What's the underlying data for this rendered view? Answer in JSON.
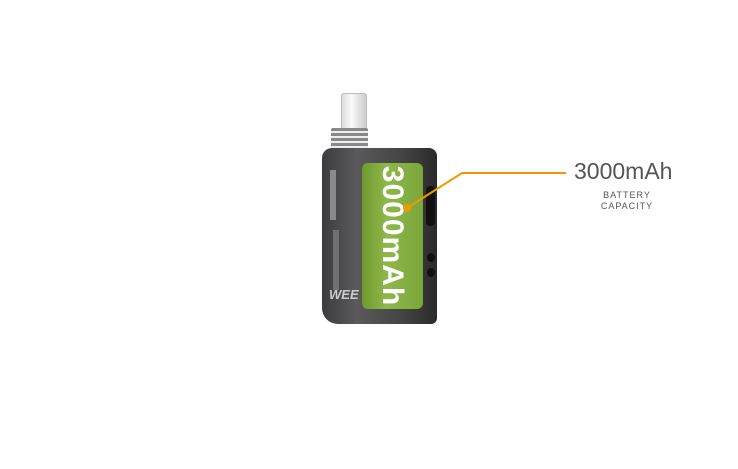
{
  "product": {
    "battery_text": "3000mAh",
    "logo_text": "WEE"
  },
  "callout": {
    "title": "3000mAh",
    "subtitle_line1": "BATTERY",
    "subtitle_line2": "CAPACITY",
    "line_color": "#f39800"
  }
}
